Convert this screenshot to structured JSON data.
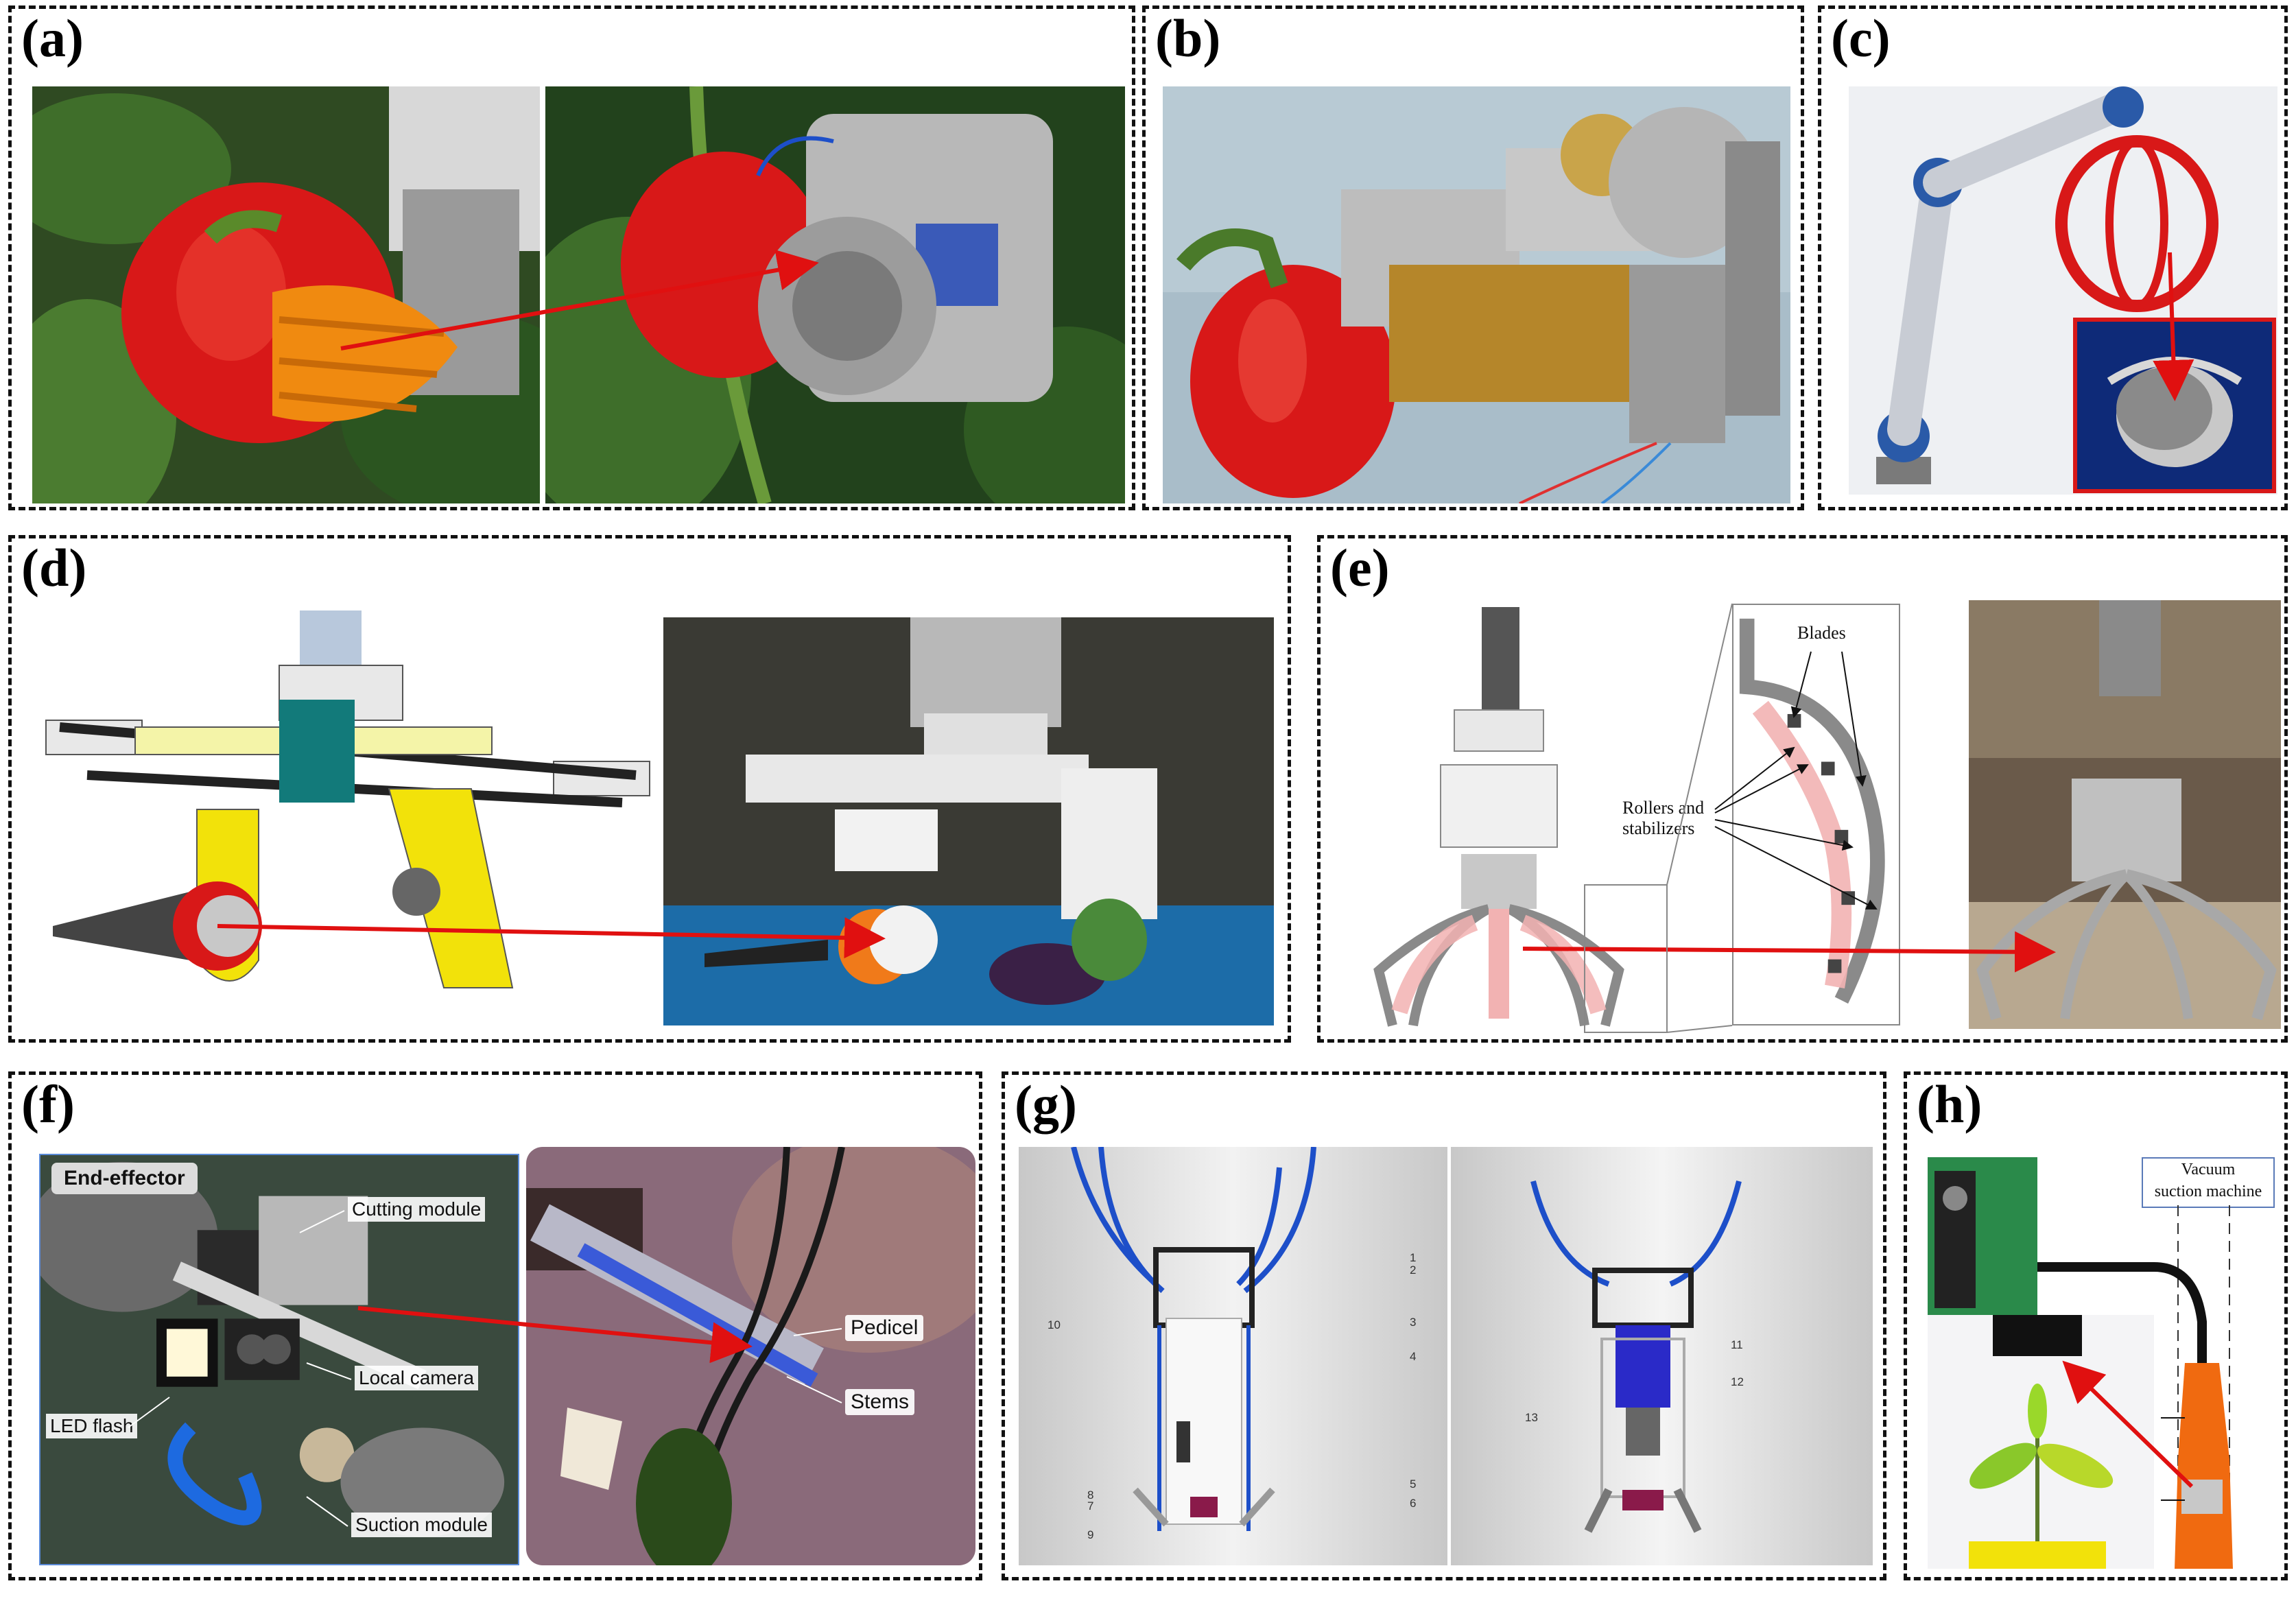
{
  "panels": {
    "a": {
      "label": "(a)"
    },
    "b": {
      "label": "(b)"
    },
    "c": {
      "label": "(c)"
    },
    "d": {
      "label": "(d)"
    },
    "e": {
      "label": "(e)",
      "blades": "Blades",
      "rollers_line1": "Rollers and",
      "rollers_line2": "stabilizers"
    },
    "f": {
      "label": "(f)",
      "end_effector": "End-effector",
      "cutting_module": "Cutting module",
      "local_camera": "Local camera",
      "led_flash": "LED flash",
      "suction_module": "Suction module",
      "pedicel": "Pedicel",
      "stems": "Stems"
    },
    "g": {
      "label": "(g)",
      "callouts_left": [
        "1",
        "2",
        "3",
        "4",
        "5",
        "6",
        "7",
        "8",
        "9",
        "10"
      ],
      "callouts_right": [
        "11",
        "12",
        "13"
      ]
    },
    "h": {
      "label": "(h)",
      "vacuum_line1": "Vacuum",
      "vacuum_line2": "suction machine"
    }
  },
  "colors": {
    "arrow": "#e01010",
    "border": "#111111",
    "pepper": "#d81818",
    "gripper_orange": "#f08a10",
    "gripper_yellow": "#f2e20a",
    "teal": "#127a7a",
    "blue_tube": "#1d4fc9",
    "pink_cover": "#f2b2b2"
  }
}
